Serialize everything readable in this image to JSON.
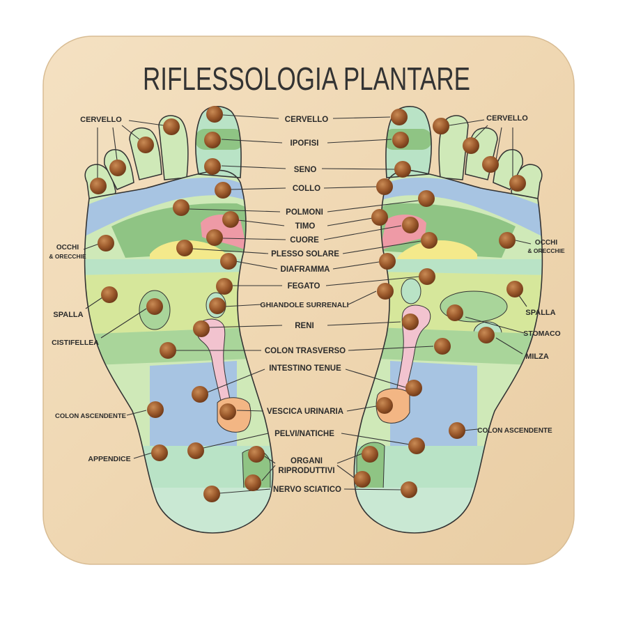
{
  "board": {
    "title": "RIFLESSOLOGIA PLANTARE",
    "wood_color": "#efd8b4"
  },
  "center_labels": [
    "CERVELLO",
    "IPOFISI",
    "SENO",
    "COLLO",
    "POLMONI",
    "TIMO",
    "CUORE",
    "PLESSO SOLARE",
    "DIAFRAMMA",
    "FEGATO",
    "GHIANDOLE SURRENALI",
    "RENI",
    "COLON TRASVERSO",
    "INTESTINO TENUE",
    "VESCICA URINARIA",
    "PELVI/NATICHE",
    "ORGANI",
    "RIPRODUTTIVI",
    "NERVO SCIATICO"
  ],
  "left_labels": {
    "cervello": "CERVELLO",
    "occhi_1": "OCCHI",
    "occhi_2": "& ORECCHIE",
    "spalla": "SPALLA",
    "cistifellea": "CISTIFELLEA",
    "colon_ascendente": "COLON ASCENDENTE",
    "appendice": "APPENDICE"
  },
  "right_labels": {
    "cervello": "CERVELLO",
    "occhi_1": "OCCHI",
    "occhi_2": "& ORECCHIE",
    "spalla": "SPALLA",
    "stomaco": "STOMACO",
    "milza": "MILZA",
    "colon_ascendente": "COLON ASCENDENTE"
  },
  "colors": {
    "light_green": "#cfe9b8",
    "mint": "#b9e3c6",
    "dark_green": "#8fc484",
    "mid_green": "#a9d59a",
    "lime": "#d6e79b",
    "blue": "#a7c4e2",
    "pink": "#ee9aa6",
    "yellow": "#f4e98b",
    "kidney_pink": "#f2c3cf",
    "bladder_orange": "#f3b684",
    "peg": "#9c5a2c"
  }
}
